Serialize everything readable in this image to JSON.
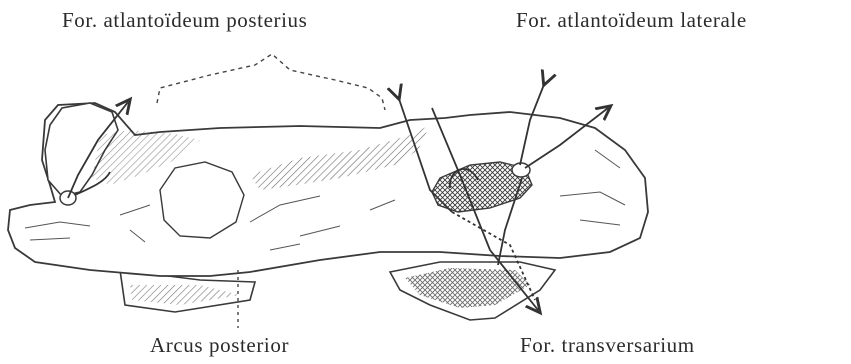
{
  "labels": {
    "foramen_posterius": "For. atlantoïdeum posterius",
    "foramen_laterale": "For. atlantoïdeum laterale",
    "arcus_posterior": "Arcus posterior",
    "foramen_transversarium": "For. transversarium"
  },
  "colors": {
    "ink": "#3a3a3a",
    "background": "#ffffff"
  }
}
